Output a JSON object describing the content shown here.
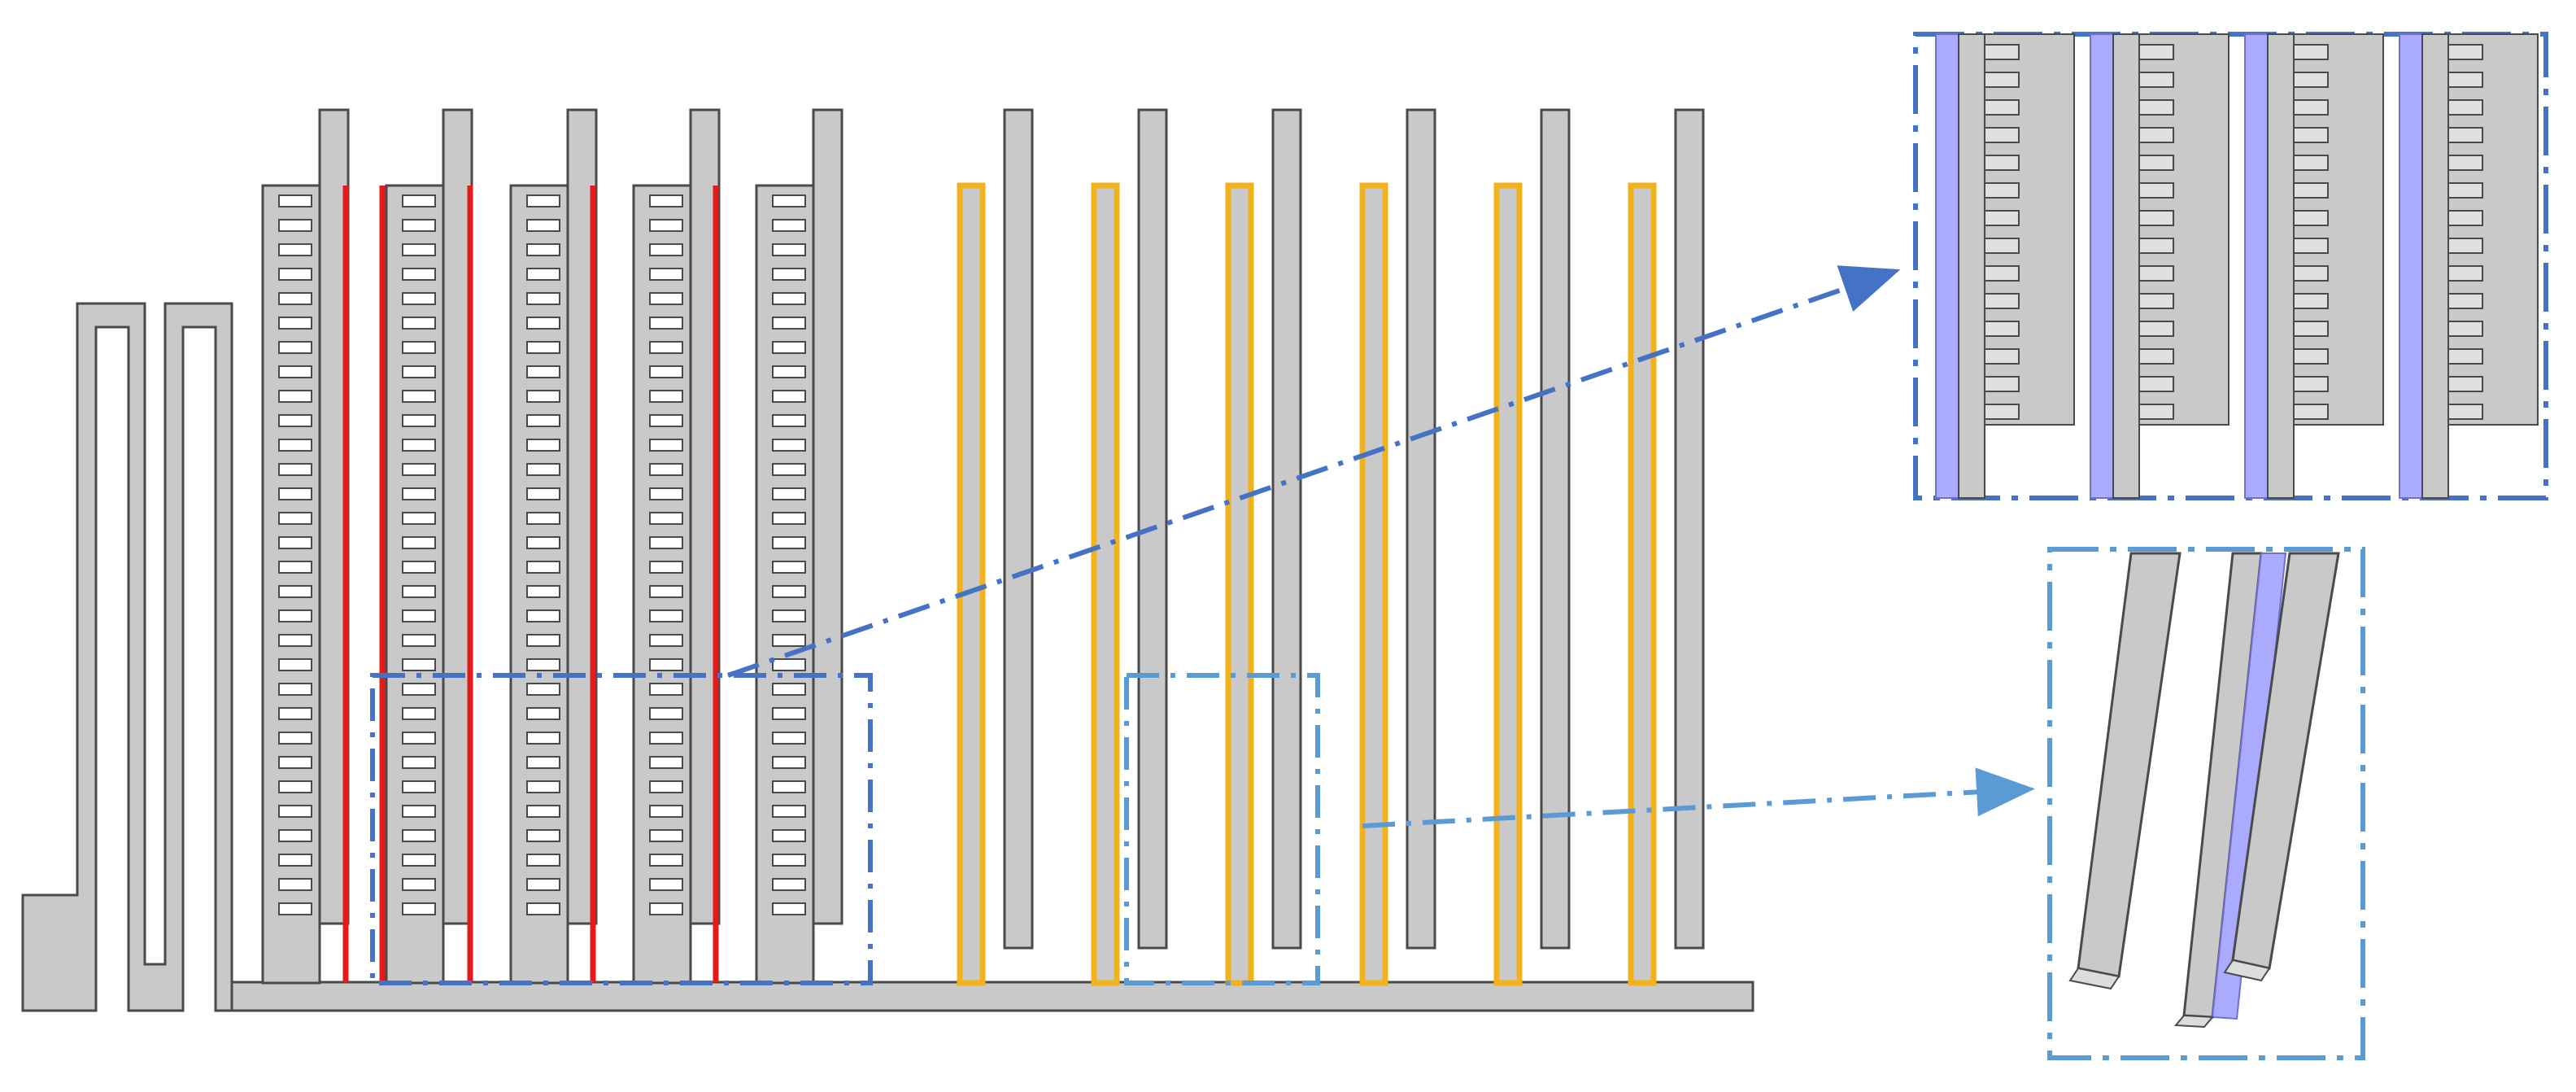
{
  "colors": {
    "background": "#ffffff",
    "structure_fill": "#c9c9c9",
    "structure_stroke": "#4a4a4a",
    "electrode_red": "#e31b1b",
    "electrode_orange": "#f2b21b",
    "zoom_box_dark_blue": "#4472c4",
    "zoom_box_light_blue": "#5b9bd5",
    "highlight_violet": "#aaaaff"
  },
  "components": {
    "serpentine_spring": "folded-beam",
    "comb_drive_group": {
      "count": 5,
      "electrode_color": "red"
    },
    "parallel_beam_group": {
      "count": 6,
      "electrode_color": "orange"
    },
    "base_rail": "anchor-rail"
  },
  "callouts": [
    {
      "name": "comb-drive-zoom",
      "style": "dash-dot",
      "color": "dark-blue",
      "points_to": "top-right-inset"
    },
    {
      "name": "beam-zoom",
      "style": "dash-dot",
      "color": "light-blue",
      "points_to": "bottom-right-inset"
    }
  ],
  "insets": {
    "comb_3d_view": {
      "units_shown": 4
    },
    "beam_3d_view": {
      "beams_shown": 3,
      "highlighted_beam": 2
    }
  }
}
